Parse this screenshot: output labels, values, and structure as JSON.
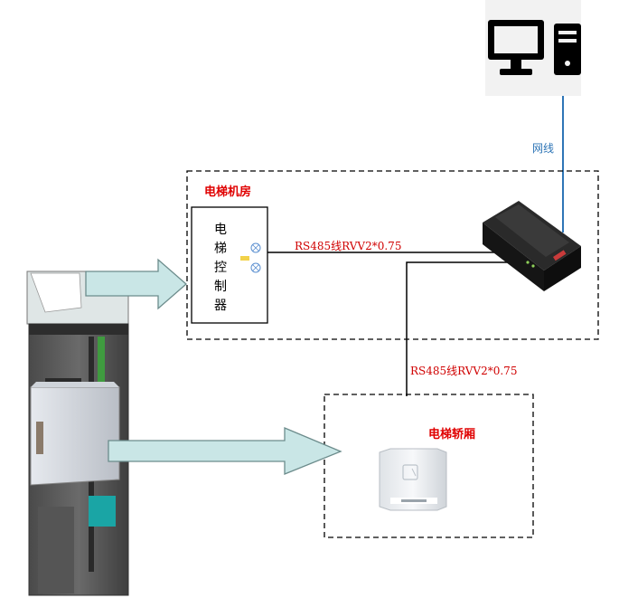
{
  "labels": {
    "machine_room": "电梯机房",
    "elevator_car": "电梯轿厢",
    "network": "网线",
    "cable_top": "RS485线RVV2*0.75",
    "cable_vertical": "RS485线RVV2*0.75",
    "controller_chars": [
      "电",
      "梯",
      "控",
      "制",
      "器"
    ]
  },
  "icons": {
    "pc": "desktop-computer-icon",
    "controller_device": "access-controller-icon",
    "reader": "card-reader-icon",
    "elevator": "elevator-shaft-icon"
  },
  "colors": {
    "label_red": "#e00000",
    "network_line": "#2e75b6",
    "arrow_fill": "#c9e6e6",
    "arrow_stroke": "#6c8c8c"
  }
}
